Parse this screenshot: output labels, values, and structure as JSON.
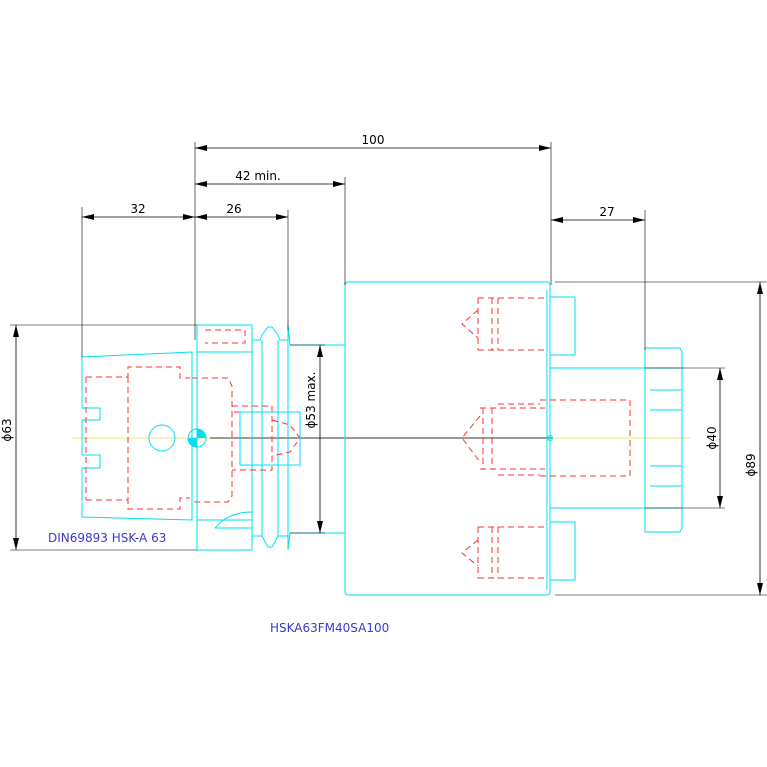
{
  "colors": {
    "body": "#00e0f0",
    "hidden": "#ff3030",
    "label": "#3a3ad0",
    "axis": "#e8e040",
    "dimension": "#000000",
    "centerline": "#000000"
  },
  "dimensions": {
    "overall_length": "100",
    "clamp_length": "42 min.",
    "taper_length": "32",
    "flange_length": "26",
    "shank_length": "27",
    "flange_dia": "ϕ63",
    "body_dia": "ϕ53 max.",
    "face_dia": "ϕ89",
    "pilot_dia": "ϕ40"
  },
  "labels": {
    "standard": "DIN69893 HSK-A 63",
    "part_number": "HSKA63FM40SA100"
  }
}
